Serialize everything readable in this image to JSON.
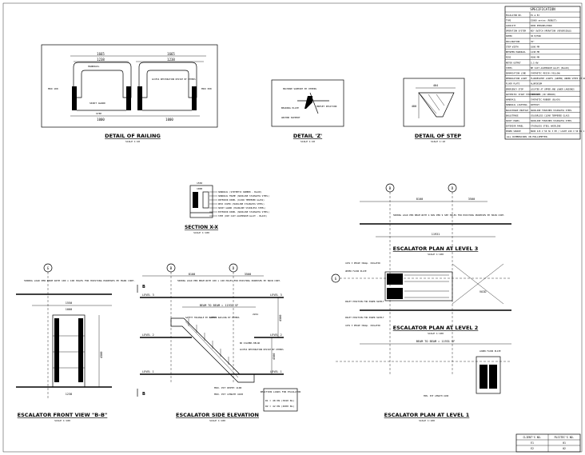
{
  "spec": {
    "title": "SPECIFICATION",
    "rows": [
      [
        "ESCALATOR NO.",
        "E1 & E2"
      ],
      [
        "TYPE",
        "E3000 series (ROBUST)"
      ],
      [
        "CAPACITY",
        "6000 PERSONS/HOUR"
      ],
      [
        "OPERATION SYSTEM",
        "KEY SWITCH OPERATION (REVERSIBLE)"
      ],
      [
        "SPEED",
        "30 M/MIN"
      ],
      [
        "INCLINATION",
        "35°"
      ],
      [
        "STEP WIDTH",
        "1000 MM"
      ],
      [
        "BETWEEN HANDRAIL",
        "1238 MM"
      ],
      [
        "RISE",
        "4500 MM"
      ],
      [
        "MOTOR OUTPUT",
        "5.5 KW"
      ],
      [
        "STEPS",
        "BE CAST ALUMINIUM ALLOY (BLACK)"
      ],
      [
        "DEMARCATION LINE",
        "SYNTHETIC RESIN (YELLOW)"
      ],
      [
        "DEMARCATION LIGHT",
        "FLUORESCENT LIGHTS (GREEN) UNDER STEPS AT UPPER AND LOWER LANDINGS"
      ],
      [
        "FLOOR PLATE",
        "ALUMINIUM"
      ],
      [
        "EMERGENCY STOP",
        "LOCATED AT UPPER AND LOWER LANDINGS"
      ],
      [
        "AUTOMATIC START STOP DEVICE",
        "PROVIDED (IR SENSOR)"
      ],
      [
        "HANDRAIL",
        "SYNTHETIC RUBBER (BLACK)"
      ],
      [
        "HANDRAIL LIGHTING",
        "WITHOUT"
      ],
      [
        "BALUSTRADE PROFILE",
        "HAIRLINE FINISHED STAINLESS STEEL"
      ],
      [
        "BALUSTRADE",
        "COLOURLESS CLEAR TEMPERED GLASS"
      ],
      [
        "SKIRT PANEL",
        "HAIRLINE FINISHED STAINLESS STEEL"
      ],
      [
        "EXTERIOR PANEL",
        "STAINLESS STEEL HAIRLINE"
      ],
      [
        "POWER SOURCE",
        "MAIN 415 V 50 Hz 3 PH / LIGHT 240 V 50 Hz 1 PH"
      ]
    ],
    "note": "ALL DIMENSIONS IN MILLIMETER."
  },
  "details": {
    "railing": {
      "title": "DETAIL OF RAILING",
      "scale": "SCALE 1:20",
      "dims": [
        "1665",
        "1238",
        "1665",
        "1238",
        "1000",
        "1000"
      ],
      "labels": [
        "HANDRAIL",
        "MIN 100",
        "SKIRT GUARD",
        "STEP",
        "ACCESS RESTORATION DEVICE BY OTHERS",
        "MIN 300"
      ]
    },
    "z": {
      "title": "DETAIL 'Z'",
      "scale": "SCALE 1:20",
      "labels": [
        "MACHINE SUPPORT BY OTHERS",
        "BEARING PLATE",
        "PRESET POSITION",
        "ANCHOR SUPPORT"
      ]
    },
    "step": {
      "title": "DETAIL OF STEP",
      "scale": "SCALE 1:10",
      "dims": [
        "404",
        "400"
      ]
    }
  },
  "section": {
    "title": "SECTION X-X",
    "scale": "SCALE 1:100",
    "dims": [
      "1550",
      "1000"
    ],
    "labels": [
      "HANDRAIL (SYNTHETIC RUBBER - BLACK)",
      "HANDRAIL FRAME (HAIRLINE STAINLESS STEEL)",
      "INTERIOR PANEL (CLEAR TEMPERED GLASS)",
      "DECK COVER (HAIRLINE STAINLESS STEEL)",
      "SKIRT GUARD (HAIRLINE STAINLESS STEEL)",
      "EXTERIOR PANEL (HAIRLINE STAINLESS STEEL)",
      "STEP (DIE CAST ALUMINIUM ALLOY - BLACK)"
    ]
  },
  "front": {
    "title": "ESCALATOR FRONT VIEW \"B-B\"",
    "scale": "SCALE 1:100",
    "grid": "G",
    "note": "5000KG LOAD PER BEAM WITH 100 x 100 HOLES FOR HOISTING PURPOSES BY MAIN CONT.",
    "dims": [
      "1550",
      "1000",
      "1238",
      "4500"
    ]
  },
  "side": {
    "title": "ESCALATOR SIDE ELEVATION",
    "scale": "SCALE 1:100",
    "grids": [
      "B",
      "D"
    ],
    "levels": [
      "LEVEL 3",
      "LEVEL 2",
      "LEVEL 1"
    ],
    "beam": "BEAM TO BEAM = 11931 SF",
    "dims": [
      "8100",
      "3500",
      "2241",
      "4500",
      "4500",
      "MIN. PIT LENGTH 4100"
    ],
    "labels": [
      "5000KG LOAD PER BEAM WITH 100 x 100 HOLES FOR HOISTING PURPOSES BY MAIN CONT.",
      "SAFETY TRIANGLE BY OTHERS",
      "SAFETY RAILING BY OTHERS",
      "NO COLUMNS BELOW",
      "ACCESS RESTORATION DEVICE BY OTHERS",
      "MIN. PIT DEPTH 1100"
    ],
    "reaction": {
      "title": "REACTION LOADS FOR ESCALATOR",
      "r1": "R1 = 48 KN (3040 KG)",
      "r2": "R2 = 42 KN (4000 KG)"
    }
  },
  "plan3": {
    "title": "ESCALATOR PLAN AT LEVEL 3",
    "scale": "SCALE 1:100",
    "grids": [
      "B",
      "D",
      "G"
    ],
    "dims": [
      "8100",
      "3500",
      "11931"
    ],
    "note": "5000KG LOAD PER BEAM WITH 4 NOS PER 9 SEE HOLES FOR HOISTING PURPOSES BY MAIN CONT.",
    "labels": [
      "415V 3 PHASE 30Amp. ISOLATOR",
      "UPPER FLOOR PLATE",
      "INLET POSITION FOR POWER SUPPLY",
      "VOID"
    ]
  },
  "plan2": {
    "title": "ESCALATOR PLAN AT LEVEL 2",
    "scale": "SCALE 1:100",
    "beam": "BEAM TO BEAM = 11931 SF",
    "labels": [
      "INLET POSITION FOR POWER SUPPLY",
      "415V 3 PHASE 30Amp. ISOLATOR",
      "UPPER FLOOR PLATE",
      "LOWER FLOOR PLATE",
      "MIN. PIT LENGTH 4100"
    ]
  },
  "plan1": {
    "title": "ESCALATOR PLAN AT LEVEL 1",
    "scale": "SCALE 1:100"
  },
  "client_table": {
    "headers": [
      "CLIENT'S NO.",
      "FUJITEC'S NO."
    ],
    "rows": [
      [
        "E1",
        "01"
      ],
      [
        "E2",
        "02"
      ]
    ]
  }
}
